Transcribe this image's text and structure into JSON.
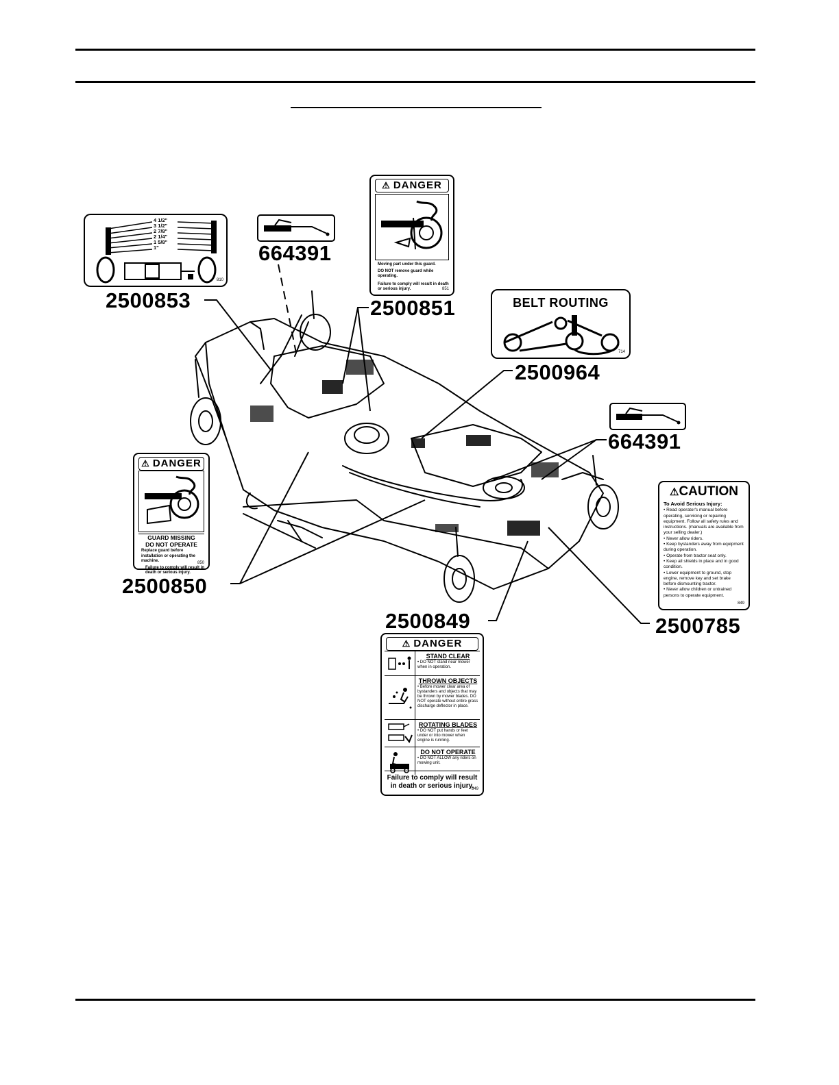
{
  "part_numbers": {
    "p1": "2500853",
    "p2": "664391",
    "p3": "2500851",
    "p4": "2500964",
    "p5": "664391",
    "p6": "2500850",
    "p7": "2500849",
    "p8": "2500785"
  },
  "decal_2500853": {
    "heights": [
      "4 1/2\"",
      "3 1/2\"",
      "2 7/8\"",
      "2 1/4\"",
      "1 5/8\"",
      "1\""
    ],
    "code": "810"
  },
  "decal_2500851": {
    "heading": "DANGER",
    "lines": [
      "Moving part under this guard.",
      "DO NOT remove guard while operating.",
      "Failure to comply will result in death or serious injury."
    ],
    "code": "851"
  },
  "decal_2500964": {
    "heading": "BELT ROUTING",
    "code": "714"
  },
  "decal_2500850": {
    "heading": "DANGER",
    "subheading_1": "GUARD MISSING",
    "subheading_2": "DO NOT OPERATE",
    "lines": [
      "Replace guard before installation or operating the machine.",
      "Failure to comply will result in death or serious injury."
    ],
    "code": "850"
  },
  "decal_2500785": {
    "heading": "CAUTION",
    "subheading": "To Avoid Serious Injury:",
    "items": [
      "Read operator's manual before operating, servicing or repairing equipment. Follow all safety rules and instructions. (manuals are available from your selling dealer.)",
      "Never allow riders.",
      "Keep bystanders away from equipment during operation.",
      "Operate from tractor seat only.",
      "Keep all shields in place and in good condition.",
      "Lower equipment to ground, stop engine, remove key and set brake before dismounting tractor.",
      "Never allow children or untrained persons to operate equipment."
    ],
    "code": "849"
  },
  "decal_2500849": {
    "heading": "DANGER",
    "sections": [
      {
        "title": "STAND CLEAR",
        "text": "DO NOT stand near mower when in operation."
      },
      {
        "title": "THROWN OBJECTS",
        "text": "Before mower clear area of bystanders and objects that may be thrown by mower blades. DO NOT operate without entire grass discharge deflector in place."
      },
      {
        "title": "ROTATING BLADES",
        "text": "DO NOT put hands or feet under or into mower when engine is running."
      },
      {
        "title": "DO NOT OPERATE",
        "text": "DO NOT ALLOW any riders on mowing unit."
      }
    ],
    "footer": "Failure to comply will result in death or serious injury.",
    "code": "849"
  }
}
